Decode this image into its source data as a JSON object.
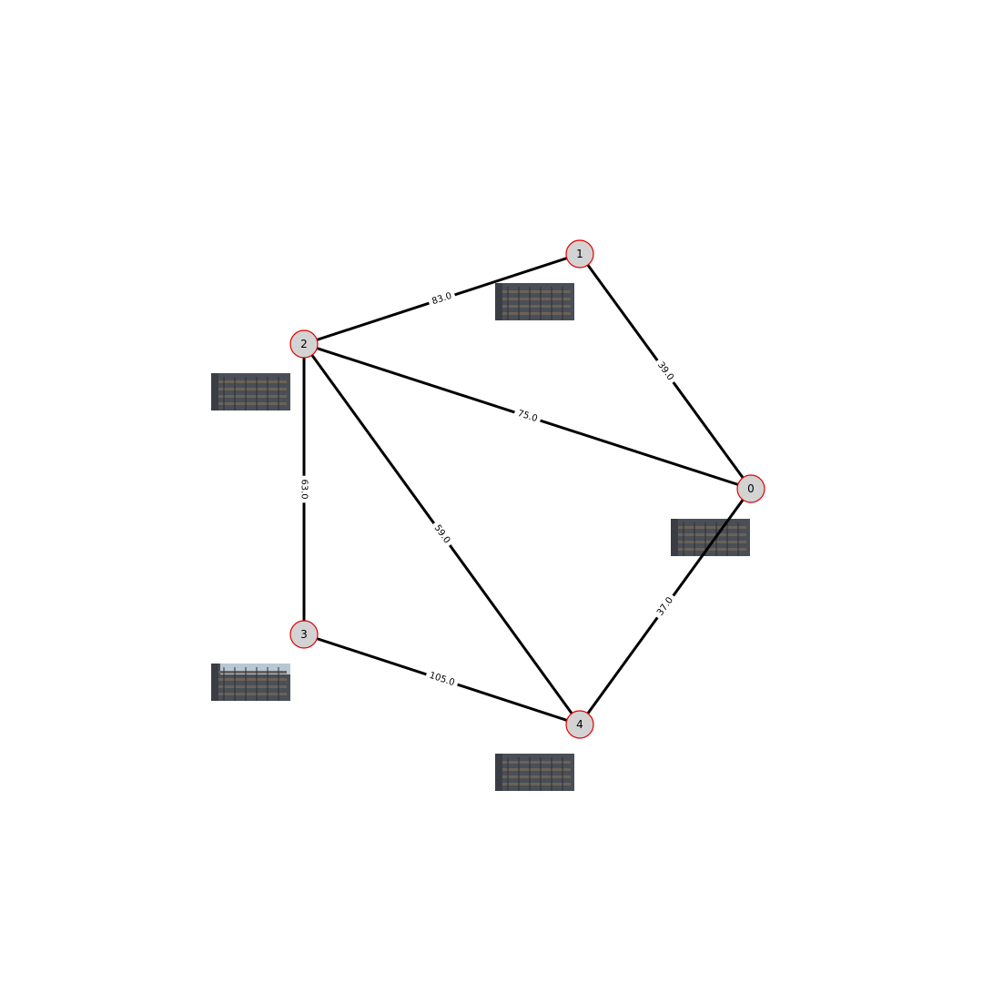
{
  "colors": {
    "node_fill": "#d3d3d3",
    "node_stroke": "#e00000",
    "edge": "#000000",
    "background": "#ffffff"
  },
  "nodes": [
    {
      "id": "0",
      "label": "0",
      "thumbnail": "building-facade-photo"
    },
    {
      "id": "1",
      "label": "1",
      "thumbnail": "building-facade-photo"
    },
    {
      "id": "2",
      "label": "2",
      "thumbnail": "building-facade-photo"
    },
    {
      "id": "3",
      "label": "3",
      "thumbnail": "building-facade-photo"
    },
    {
      "id": "4",
      "label": "4",
      "thumbnail": "building-facade-photo"
    }
  ],
  "edges": [
    {
      "source": "1",
      "target": "2",
      "label": "83.0"
    },
    {
      "source": "1",
      "target": "0",
      "label": "39.0"
    },
    {
      "source": "2",
      "target": "0",
      "label": "75.0"
    },
    {
      "source": "2",
      "target": "3",
      "label": "63.0"
    },
    {
      "source": "2",
      "target": "4",
      "label": "59.0"
    },
    {
      "source": "0",
      "target": "4",
      "label": "37.0"
    },
    {
      "source": "3",
      "target": "4",
      "label": "105.0"
    }
  ]
}
